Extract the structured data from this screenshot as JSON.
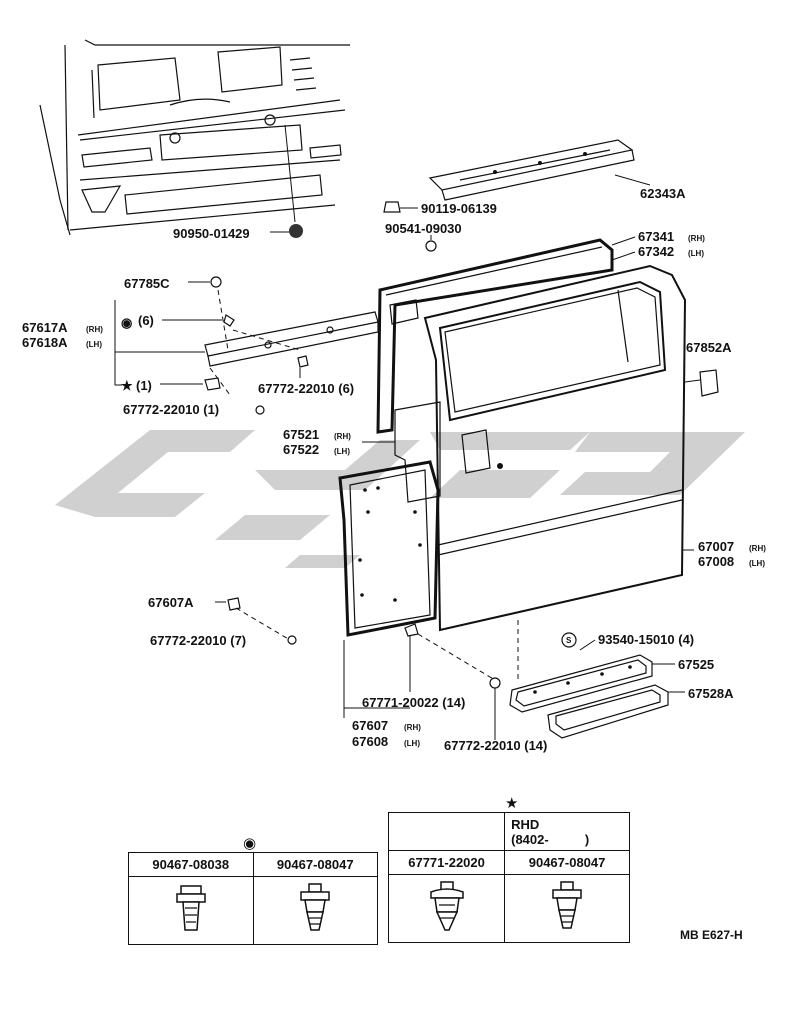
{
  "parts": {
    "p_62343A": "62343A",
    "p_90119": "90119-06139",
    "p_90541": "90541-09030",
    "p_90950": "90950-01429",
    "p_67341": "67341",
    "p_67342": "67342",
    "p_67785C": "67785C",
    "p_67617A": "67617A",
    "p_67618A": "67618A",
    "p_qty6": "(6)",
    "p_qty1": "(1)",
    "p_67772_6": "67772-22010 (6)",
    "p_67772_1": "67772-22010 (1)",
    "p_67852A": "67852A",
    "p_67521": "67521",
    "p_67522": "67522",
    "p_67007": "67007",
    "p_67008": "67008",
    "p_67607A": "67607A",
    "p_67772_7": "67772-22010 (7)",
    "p_93540": "93540-15010 (4)",
    "p_67525": "67525",
    "p_67528A": "67528A",
    "p_67771": "67771-20022 (14)",
    "p_67607": "67607",
    "p_67608": "67608",
    "p_67772_14": "67772-22010 (14)"
  },
  "sides": {
    "rh": "(RH)",
    "lh": "(LH)"
  },
  "symbols": {
    "circle_mark": "◉",
    "star_mark": "★",
    "s_mark": "S"
  },
  "table_left": {
    "col1": "90467-08038",
    "col2": "90467-08047"
  },
  "table_right": {
    "rhd_line1": "RHD",
    "rhd_line2": "(8402-          )",
    "col1": "67771-22020",
    "col2": "90467-08047"
  },
  "drawing_code": "MB E627-H",
  "icons": [
    "clip-icon",
    "door-panel-icon",
    "watermark-logo"
  ]
}
